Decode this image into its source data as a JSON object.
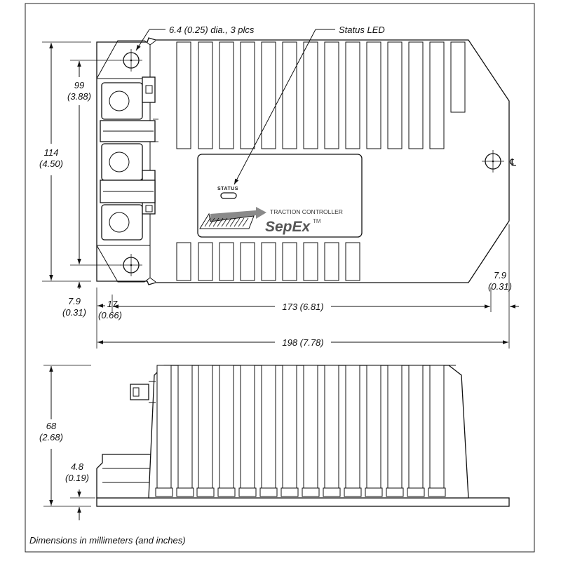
{
  "callouts": {
    "mount_holes": "6.4 (0.25) dia., 3 plcs",
    "status_led": "Status LED"
  },
  "label_panel": {
    "status": "STATUS",
    "subtitle": "TRACTION CONTROLLER",
    "brand": "SepEx",
    "trademark": "TM"
  },
  "centerline_symbol": "℄",
  "dimensions": {
    "height_mounting_mm": "99",
    "height_mounting_in": "(3.88)",
    "height_total_mm": "114",
    "height_total_in": "(4.50)",
    "offset_bottom_mm": "7.9",
    "offset_bottom_in": "(0.31)",
    "offset_right_mm": "7.9",
    "offset_right_in": "(0.31)",
    "hole_edge_mm": "17",
    "hole_edge_in": "(0.66)",
    "hole_spacing": "173 (6.81)",
    "total_length": "198 (7.78)",
    "side_height_mm": "68",
    "side_height_in": "(2.68)",
    "base_thickness_mm": "4.8",
    "base_thickness_in": "(0.19)"
  },
  "footnote": "Dimensions in millimeters (and inches)"
}
